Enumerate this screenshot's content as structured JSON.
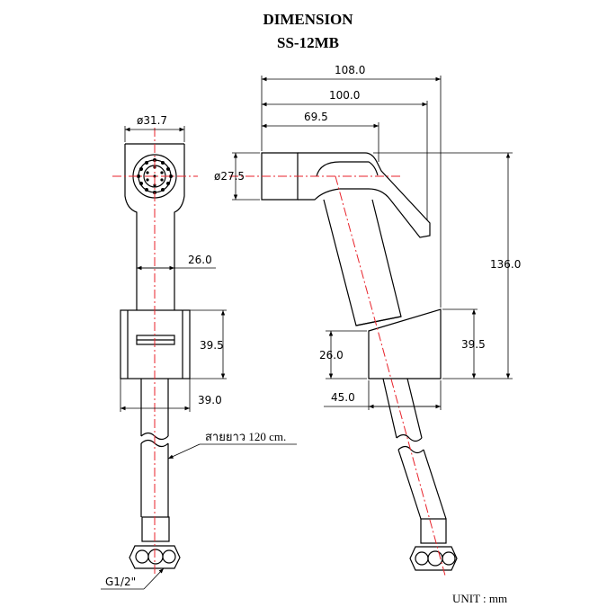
{
  "title": {
    "heading": "DIMENSION",
    "model": "SS-12MB"
  },
  "front_view": {
    "head_diameter": "ø31.7",
    "neck_width": "26.0",
    "holder_height": "39.5",
    "holder_width": "39.0",
    "hose_note": "สายยาว 120  cm.",
    "thread": "G1/2\""
  },
  "side_view": {
    "overall_length": "108.0",
    "length_100": "100.0",
    "length_69": "69.5",
    "nozzle_diameter": "ø27.5",
    "overall_height": "136.0",
    "holder_height": "39.5",
    "holder_depth": "26.0",
    "holder_width": "45.0"
  },
  "unit": "UNIT : mm",
  "colors": {
    "line": "#000000",
    "centerline": "#e8222a"
  }
}
